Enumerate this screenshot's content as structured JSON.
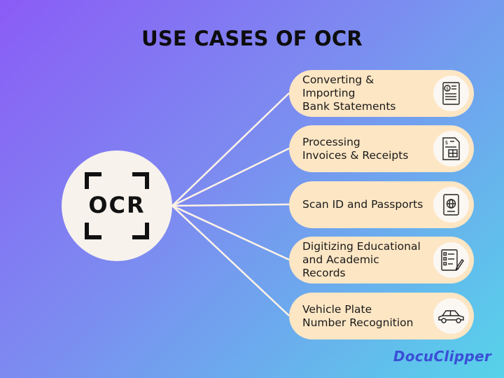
{
  "title": "USE CASES OF OCR",
  "hub": {
    "label": "OCR"
  },
  "use_cases": [
    {
      "line1": "Converting & Importing",
      "line2": "Bank Statements",
      "icon": "bank-statement-icon"
    },
    {
      "line1": "Processing",
      "line2": "Invoices & Receipts",
      "icon": "invoice-icon"
    },
    {
      "line1": "Scan ID and Passports",
      "line2": "",
      "icon": "passport-icon"
    },
    {
      "line1": "Digitizing Educational",
      "line2": "and Academic Records",
      "icon": "checklist-icon"
    },
    {
      "line1": "Vehicle Plate",
      "line2": "Number Recognition",
      "icon": "car-icon"
    }
  ],
  "brand": "DocuClipper",
  "colors": {
    "card": "#fde6c4",
    "hub": "#f7f2ec",
    "connector": "#fff3e6",
    "brand": "#3a4fd6"
  }
}
